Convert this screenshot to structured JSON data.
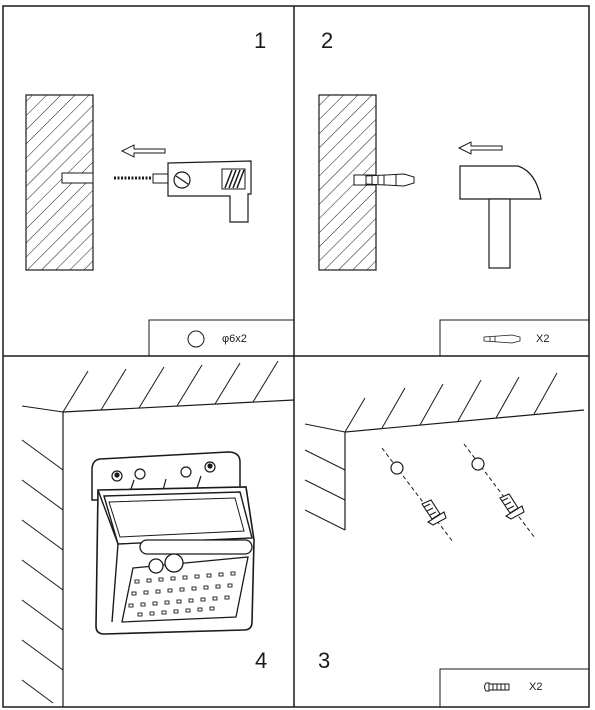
{
  "steps": [
    {
      "number": "1",
      "legend": "φ6x2",
      "legend_icon": "drill-hole-icon"
    },
    {
      "number": "2",
      "legend": "X2",
      "legend_icon": "wall-anchor-icon"
    },
    {
      "number": "3",
      "legend": "X2",
      "legend_icon": "screw-icon"
    },
    {
      "number": "4",
      "legend": "",
      "legend_icon": ""
    }
  ],
  "colors": {
    "line": "#1a1a1a",
    "background": "#ffffff"
  }
}
